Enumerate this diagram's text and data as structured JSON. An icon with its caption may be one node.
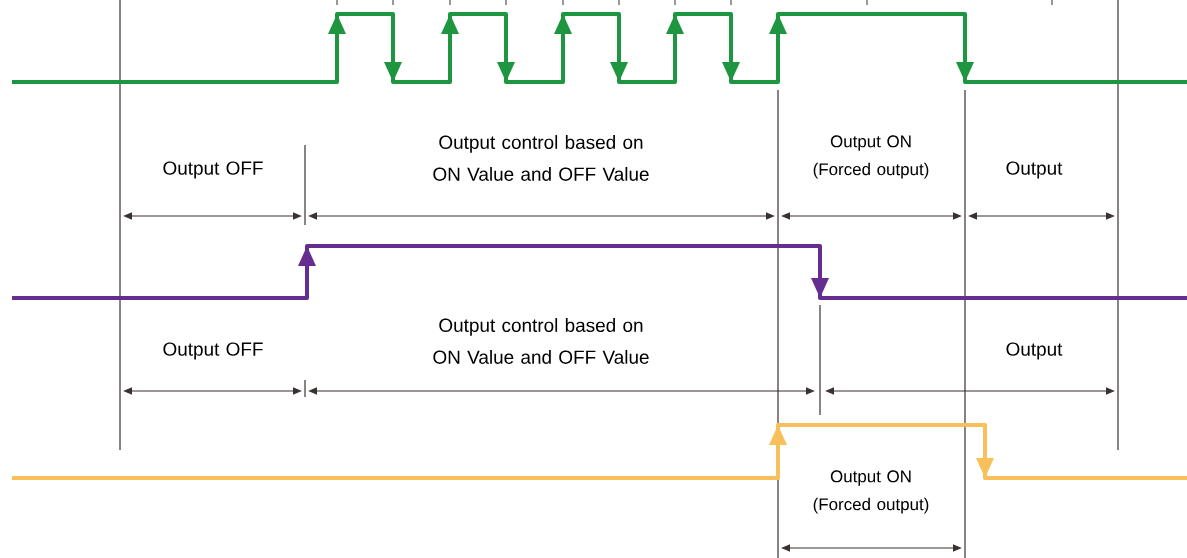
{
  "diagram": {
    "labels": [
      "Output OFF",
      "Output control based on ON Value and OFF Value",
      "Output ON (Forced output)",
      "Output",
      "Output OFF",
      "Output control based on ON Value and OFF Value",
      "Output",
      "Output ON (Forced output)"
    ]
  }
}
